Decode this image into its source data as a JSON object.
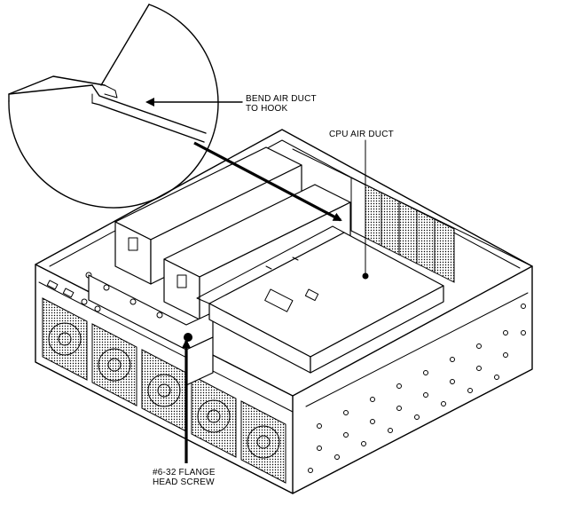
{
  "callouts": {
    "bend_air_duct": [
      "BEND AIR DUCT",
      "TO HOOK"
    ],
    "cpu_air_duct": [
      "CPU AIR DUCT"
    ],
    "flange_screw": [
      "#6-32 FLANGE",
      "HEAD SCREW"
    ]
  },
  "colors": {
    "line": "#000000",
    "background": "#ffffff"
  }
}
